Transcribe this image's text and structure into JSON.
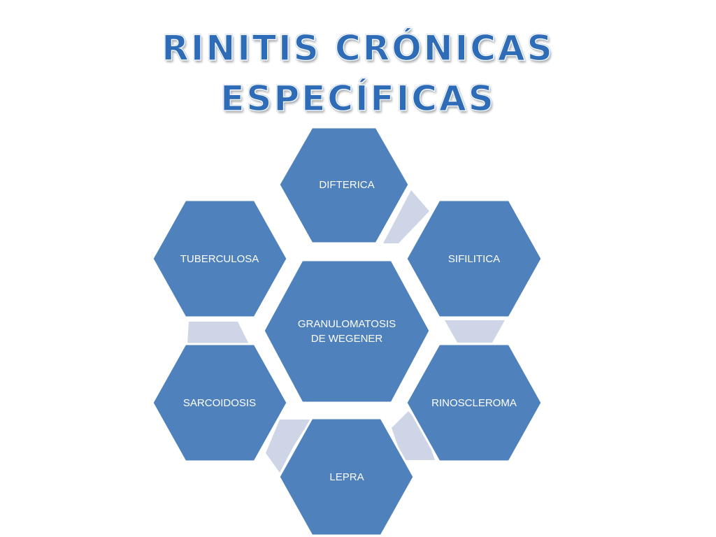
{
  "title": {
    "line1": "RINITIS CRÓNICAS",
    "line2": "ESPECÍFICAS"
  },
  "diagram": {
    "center": {
      "label_line1": "GRANULOMATOSIS",
      "label_line2": "DE WEGENER"
    },
    "nodes": [
      {
        "id": "difterica",
        "label": "DIFTERICA"
      },
      {
        "id": "sifilitica",
        "label": "SIFILITICA"
      },
      {
        "id": "rinoscleroma",
        "label": "RINOSCLEROMA"
      },
      {
        "id": "lepra",
        "label": "LEPRA"
      },
      {
        "id": "sarcoidosis",
        "label": "SARCOIDOSIS"
      },
      {
        "id": "tuberculosa",
        "label": "TUBERCULOSA"
      }
    ],
    "colors": {
      "hex_fill": "#4f81bd",
      "connector_fill": "#cdd5e6",
      "outline": "#ffffff"
    }
  }
}
